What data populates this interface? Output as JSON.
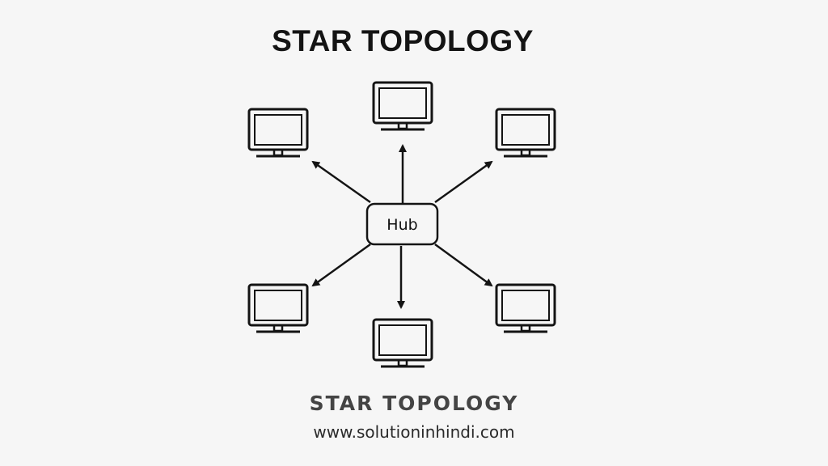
{
  "title": "STAR TOPOLOGY",
  "hub": {
    "label": "Hub"
  },
  "caption": "STAR TOPOLOGY",
  "website": "www.solutioninhindi.com",
  "nodes": [
    {
      "name": "computer-top"
    },
    {
      "name": "computer-top-left"
    },
    {
      "name": "computer-top-right"
    },
    {
      "name": "computer-bottom-left"
    },
    {
      "name": "computer-bottom"
    },
    {
      "name": "computer-bottom-right"
    }
  ],
  "colors": {
    "background": "#f6f6f6",
    "stroke": "#141414",
    "caption": "#444444"
  },
  "icons": [
    "monitor-icon",
    "arrow-icon"
  ]
}
